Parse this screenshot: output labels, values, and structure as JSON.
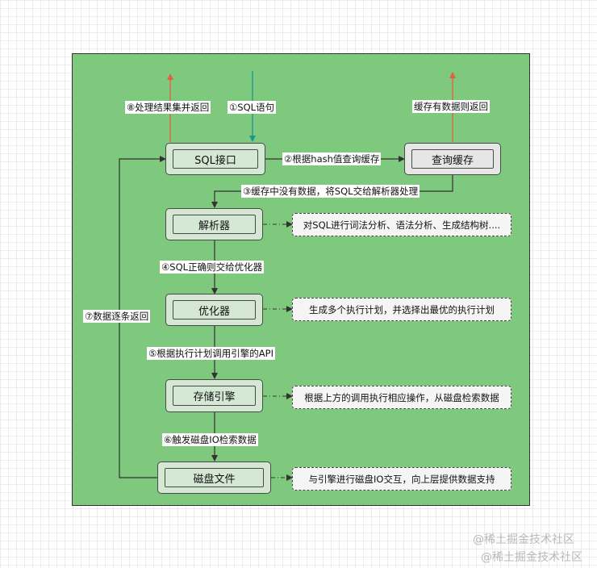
{
  "nodes": {
    "sql_interface": "SQL接口",
    "query_cache": "查询缓存",
    "parser": "解析器",
    "optimizer": "优化器",
    "storage_engine": "存储引擎",
    "disk_file": "磁盘文件"
  },
  "labels": {
    "step1": "①SQL语句",
    "step2": "②根据hash值查询缓存",
    "step3": "③缓存中没有数据，将SQL交给解析器处理",
    "step4": "④SQL正确则交给优化器",
    "step5": "⑤根据执行计划调用引擎的API",
    "step6": "⑥触发磁盘IO检索数据",
    "step7": "⑦数据逐条返回",
    "step8": "⑧处理结果集并返回",
    "cache_return": "缓存有数据则返回"
  },
  "notes": {
    "parser_note": "对SQL进行词法分析、语法分析、生成结构树....",
    "optimizer_note": "生成多个执行计划，并选择出最优的执行计划",
    "engine_note": "根据上方的调用执行相应操作，从磁盘检索数据",
    "disk_note": "与引擎进行磁盘IO交互，向上层提供数据支持"
  },
  "watermark": {
    "line1": "@稀土掘金技术社区",
    "line2": "@稀土掘金技术社区"
  },
  "colors": {
    "panel": "#7fc97f",
    "node_fill": "#d5e8d4",
    "cache_fill": "#e6e6e6",
    "arrow": "#333333",
    "return_arrow": "#e06040",
    "input_arrow": "#1a9a8a"
  }
}
